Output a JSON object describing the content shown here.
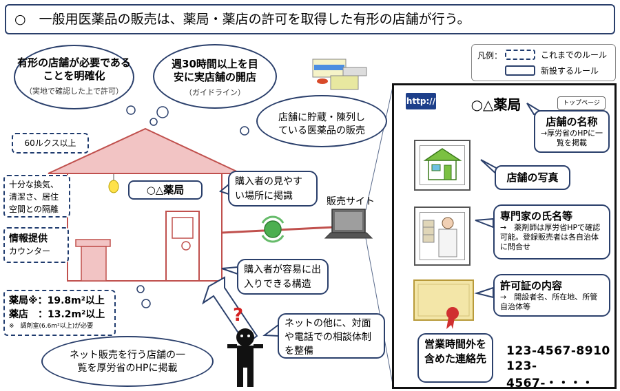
{
  "title": "○　一般用医薬品の販売は、薬局・薬店の許可を取得した有形の店舗が行う。",
  "legend": {
    "label": "凡例：",
    "existing": "これまでのルール",
    "new": "新設するルール"
  },
  "clouds": {
    "physical_store": {
      "main": "有形の店舗が必要であることを明確化",
      "sub": "（実地で確認した上で許可）"
    },
    "hours": {
      "main": "週30時間以上を目安に実店舗の開店",
      "sub": "（ガイドライン）"
    },
    "stored_drugs": {
      "main": "店舗に貯蔵・陳列している医薬品の販売"
    }
  },
  "store": {
    "lux": "60ルクス以上",
    "ventilation": "十分な換気、清潔さ、居住空間との隔離",
    "counter_l1": "情報提供",
    "counter_l2": "カウンター",
    "sign": "○△薬局",
    "sign_callout": "購入者の見やすい場所に掲識",
    "structure_callout": "購入者が容易に出入りできる構造",
    "area_pharmacy": "薬局※：19.8m²以上",
    "area_drugstore": "薬店　：13.2m²以上",
    "area_note": "※　調剤室(6.6m²以上)が必要"
  },
  "sales_site_label": "販売サイト",
  "consultation": "ネットの他に、対面や電話での相談体制を整備",
  "registry": "ネット販売を行う店舗の一覧を厚労省のHPに掲載",
  "website": {
    "http": "http://",
    "shop_name": "○△薬局",
    "top_page": "トップページ",
    "name_callout": {
      "title": "店舗の名称",
      "sub": "→厚労省のHPに一覧を掲載"
    },
    "photo_callout": "店舗の写真",
    "expert_callout": {
      "title": "専門家の氏名等",
      "sub": "→　薬剤師は厚労省HPで確認可能。登録販売者は各自治体に問合せ"
    },
    "license_callout": {
      "title": "許可証の内容",
      "sub": "→　開設者名、所在地、所管自治体等"
    },
    "hours_callout": "営業時間外を含めた連絡先",
    "phone1": "123-4567-8910",
    "phone2": "123-4567-・・・・"
  },
  "colors": {
    "frame": "#2a3f6b",
    "house": "#c0504d",
    "roof_fill": "#f2c4c4",
    "accent_blue": "#1d3f8a"
  }
}
